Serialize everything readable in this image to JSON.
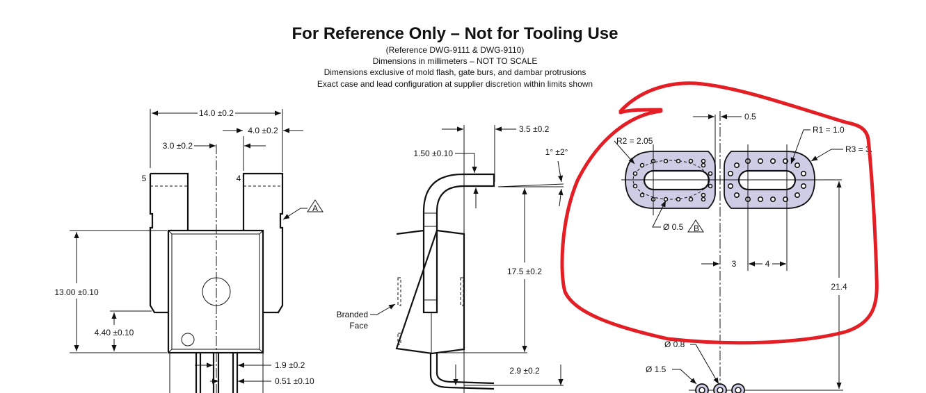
{
  "header": {
    "title": "For Reference Only – Not for Tooling Use",
    "notes": [
      "(Reference DWG-9111 & DWG-9110)",
      "Dimensions in millimeters – NOT TO SCALE",
      "Dimensions exclusive of mold flash, gate burs, and dambar protrusions",
      "Exact case and lead configuration at supplier discretion within limits shown"
    ]
  },
  "front_view": {
    "width": "14.0 ±0.2",
    "lead_width": "4.0 ±0.2",
    "center_offset": "3.0 ±0.2",
    "pin_5": "5",
    "pin_4": "4",
    "datum_a": "A",
    "body_height": "13.00 ±0.10",
    "lead_end": "4.40 ±0.10",
    "pin_pitch": "1.9 ±0.2",
    "pin_width": "0.51 ±0.10"
  },
  "side_view": {
    "lead_offset": "3.5 ±0.2",
    "lead_thickness": "1.50 ±0.10",
    "angle": "1° ±2°",
    "height": "17.5 ±0.2",
    "pin_bend": "2.9 ±0.2",
    "branded_face_line1": "Branded",
    "branded_face_line2": "Face"
  },
  "pcb_layout": {
    "gap": "0.5",
    "r1": "R1 = 1.0",
    "r2": "R2 = 2.05",
    "r3": "R3 = 3.",
    "via_dia": "Ø  0.5",
    "datum_b": "B",
    "dim_3": "3",
    "dim_4": "4",
    "dim_21": "21.4",
    "hole_08": "Ø  0.8",
    "hole_15": "Ø  1.5"
  },
  "colors": {
    "annotation": "#e31e24",
    "pad_fill": "#cfcde6"
  }
}
